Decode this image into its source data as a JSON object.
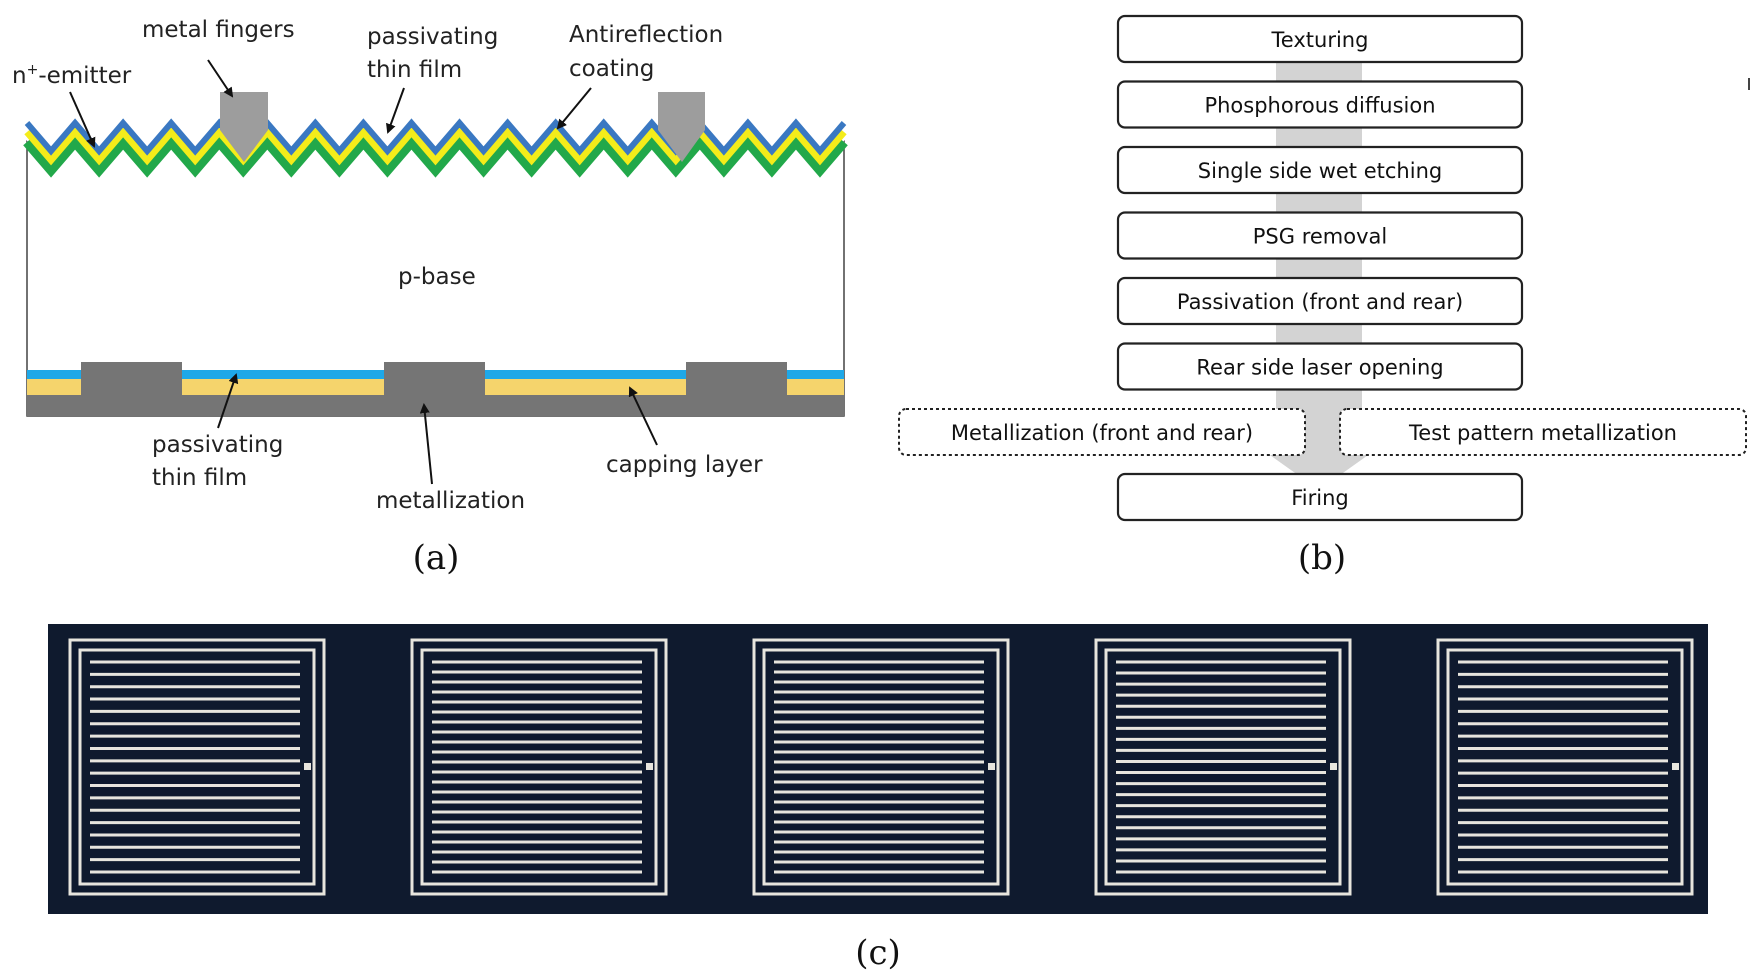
{
  "panel_a": {
    "labels": {
      "n_emitter_main": "n",
      "n_emitter_sup": "+",
      "n_emitter_rest": "-emitter",
      "metal_fingers": "metal fingers",
      "passivating_top_1": "passivating",
      "passivating_top_2": "thin film",
      "arc_1": "Antireflection",
      "arc_2": "coating",
      "p_base": "p-base",
      "passivating_bottom_1": "passivating",
      "passivating_bottom_2": "thin film",
      "metallization": "metallization",
      "capping": "capping layer"
    },
    "caption": "(a)",
    "colors": {
      "arc": "#3a78c2",
      "emitter": "#f4ec1a",
      "passivation_top": "#22a84a",
      "finger": "#9d9d9d",
      "passivation_bottom": "#1ea8e8",
      "capping": "#f5d46c",
      "rear_metal": "#757575"
    }
  },
  "panel_b": {
    "steps": [
      "Texturing",
      "Phosphorous diffusion",
      "Single side wet etching",
      "PSG removal",
      "Passivation (front and rear)",
      "Rear side laser opening"
    ],
    "parallel_steps": [
      "Metallization (front and rear)",
      "Test pattern metallization"
    ],
    "final_step": "Firing",
    "caption": "(b)"
  },
  "panel_c": {
    "pattern_count": 5,
    "caption": "(c)",
    "colors": {
      "background": "#0f1a2e",
      "lines": "#e8e6de"
    }
  }
}
